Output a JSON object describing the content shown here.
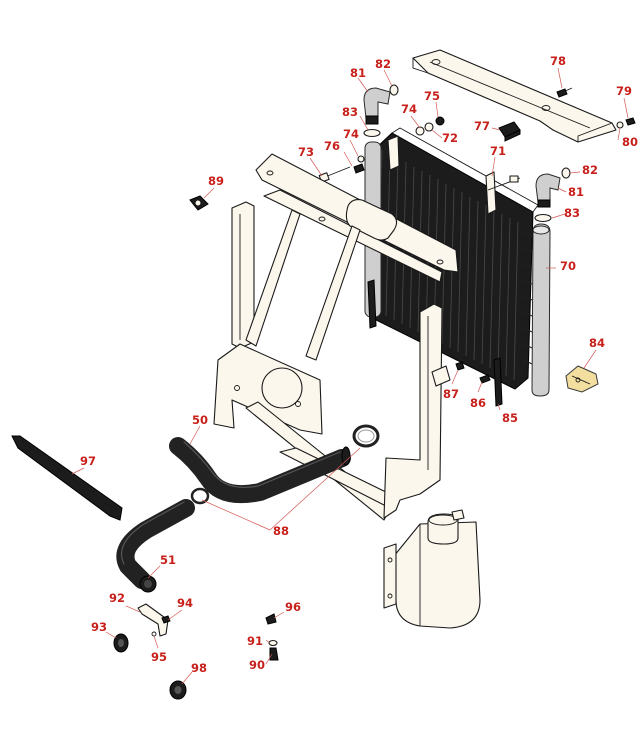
{
  "diagram": {
    "callouts": [
      "50",
      "51",
      "70",
      "71",
      "72",
      "73",
      "74",
      "75",
      "76",
      "77",
      "78",
      "79",
      "80",
      "81",
      "82",
      "83",
      "84",
      "85",
      "86",
      "87",
      "88",
      "89",
      "90",
      "91",
      "92",
      "93",
      "94",
      "95",
      "96",
      "97",
      "98"
    ]
  },
  "colors": {
    "callout_text": "#c8201b",
    "leader_line": "#d35a55",
    "part_fill": "#fbf7ec",
    "rubber": "#1c1c1c",
    "bracket_gold": "#f2dfa0"
  }
}
